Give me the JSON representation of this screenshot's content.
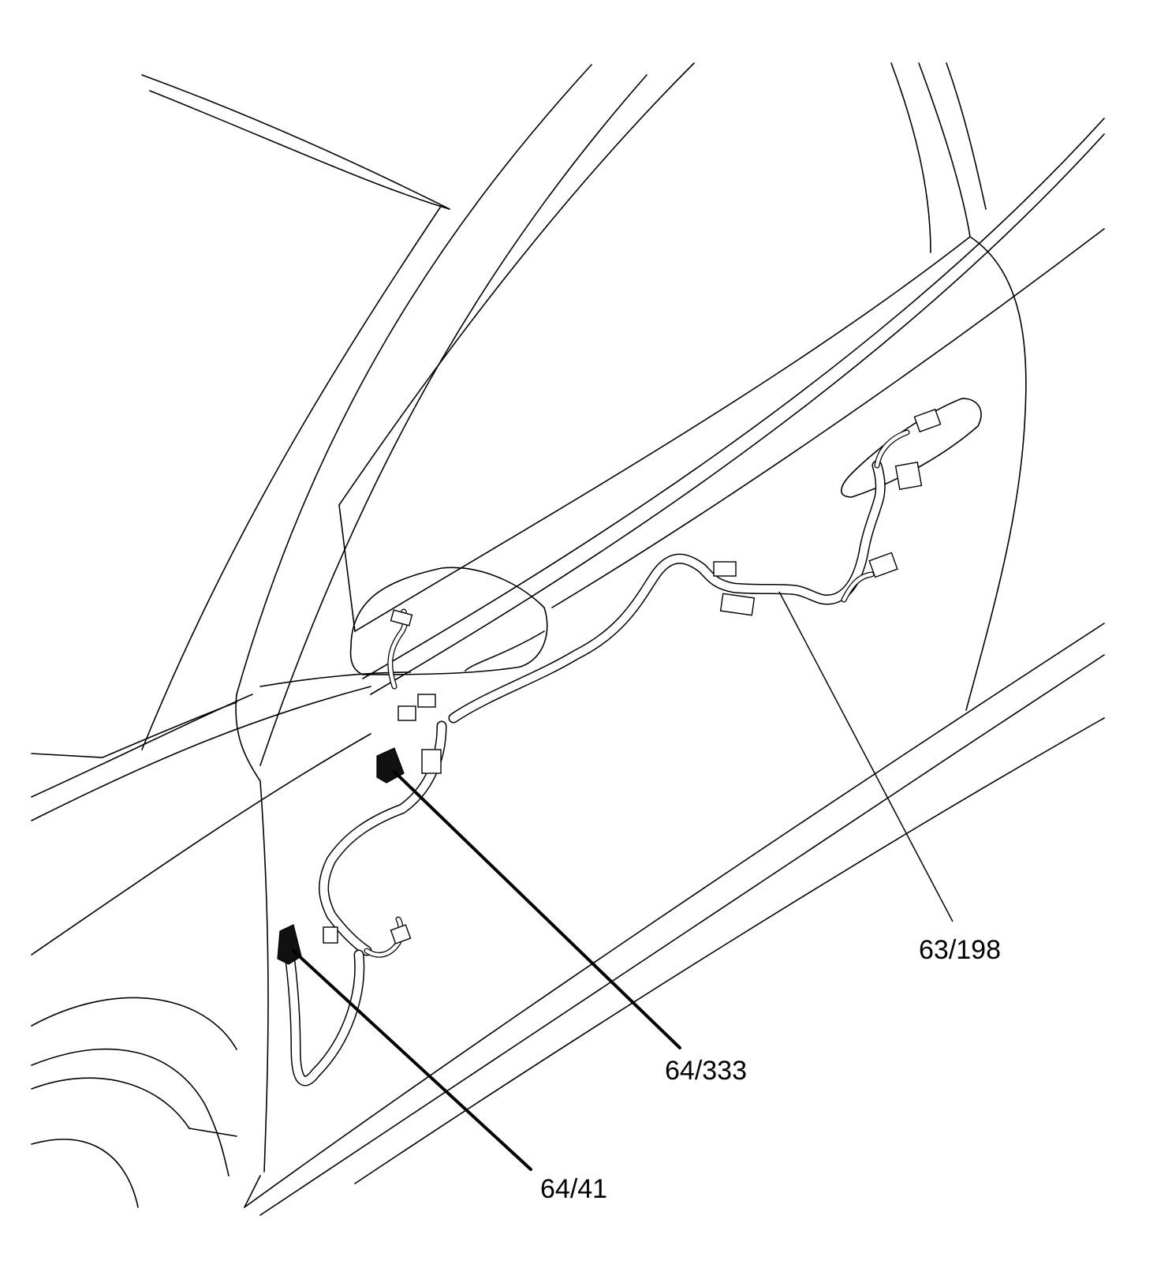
{
  "callouts": [
    {
      "id": "c1",
      "text": "63/198"
    },
    {
      "id": "c2",
      "text": "64/333"
    },
    {
      "id": "c3",
      "text": "64/41"
    }
  ]
}
